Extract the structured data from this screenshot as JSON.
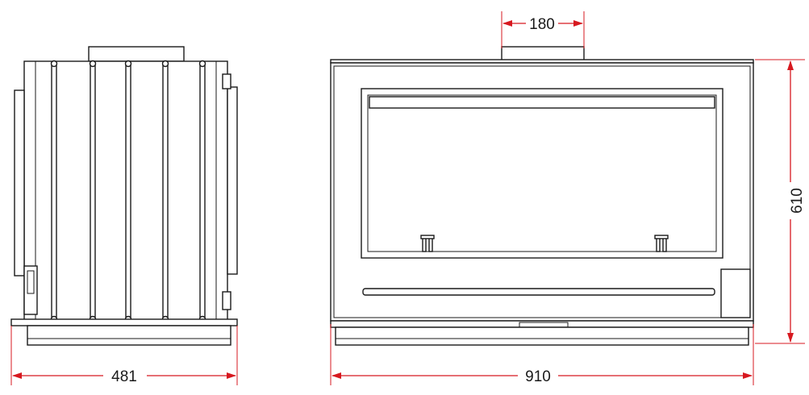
{
  "dimensions": {
    "side_depth": "481",
    "front_width": "910",
    "flue_width": "180",
    "front_height": "610"
  },
  "colors": {
    "outline": "#1a1a1a",
    "dimension_line": "#d71920",
    "background": "#ffffff"
  }
}
